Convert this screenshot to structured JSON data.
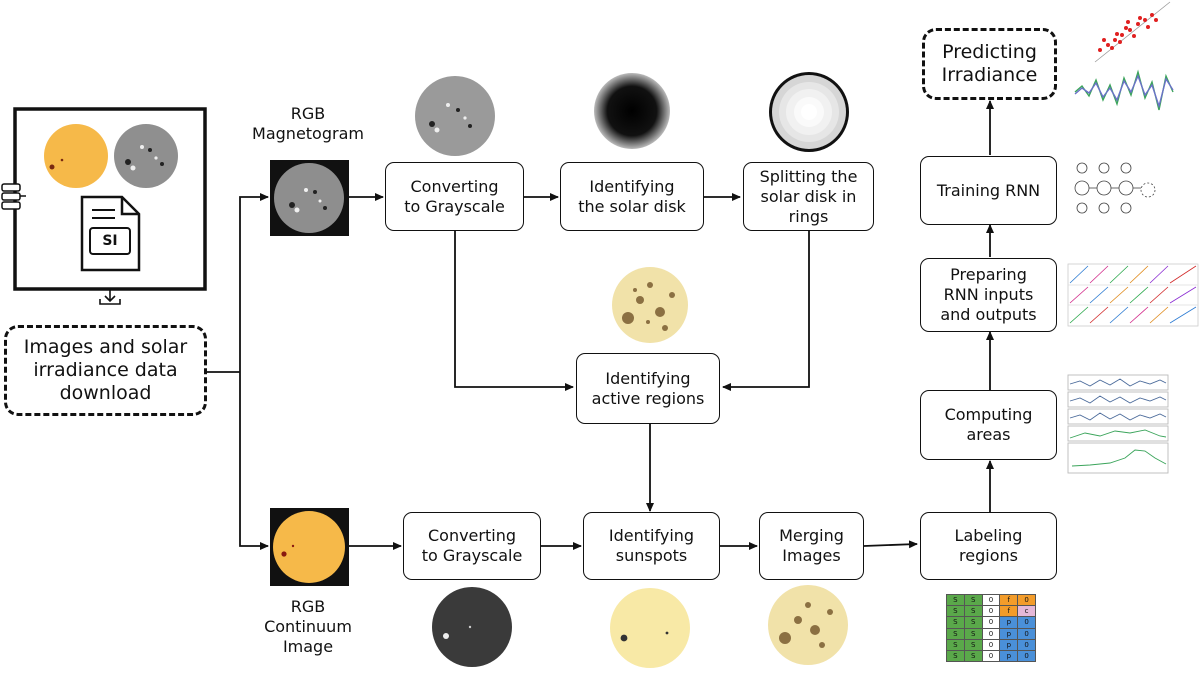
{
  "download": {
    "label": "Images and solar\nirradiance data\ndownload",
    "si_text": "SI"
  },
  "rgb_magnetogram": {
    "label": "RGB\nMagnetogram"
  },
  "rgb_continuum": {
    "label": "RGB\nContinuum\nImage"
  },
  "steps": {
    "converting_top": "Converting\nto Grayscale",
    "identifying_disk": "Identifying\nthe solar disk",
    "splitting_rings": "Splitting the\nsolar disk in\nrings",
    "active_regions": "Identifying\nactive regions",
    "converting_bottom": "Converting\nto Grayscale",
    "sunspots": "Identifying\nsunspots",
    "merging": "Merging\nImages",
    "labeling": "Labeling\nregions",
    "computing": "Computing\nareas",
    "preparing": "Preparing\nRNN inputs\nand outputs",
    "training": "Training RNN",
    "predicting": "Predicting\nIrradiance"
  },
  "label_table": [
    [
      "S",
      "S",
      "0",
      "f",
      "0"
    ],
    [
      "S",
      "S",
      "0",
      "f",
      "c"
    ],
    [
      "S",
      "S",
      "0",
      "p",
      "0"
    ],
    [
      "S",
      "S",
      "0",
      "p",
      "0"
    ],
    [
      "S",
      "S",
      "0",
      "p",
      "0"
    ],
    [
      "S",
      "S",
      "0",
      "p",
      "0"
    ]
  ],
  "colors": {
    "sun_orange": "#f6b949",
    "sun_pale": "#f8e9a6",
    "table_green": "#5aa84a",
    "table_orange": "#f39c2a",
    "table_blue": "#4a90d9",
    "table_pink": "#e5b8d8",
    "scatter_red": "#e02020",
    "line_green": "#3aa45a",
    "line_blue": "#6a70c8"
  }
}
